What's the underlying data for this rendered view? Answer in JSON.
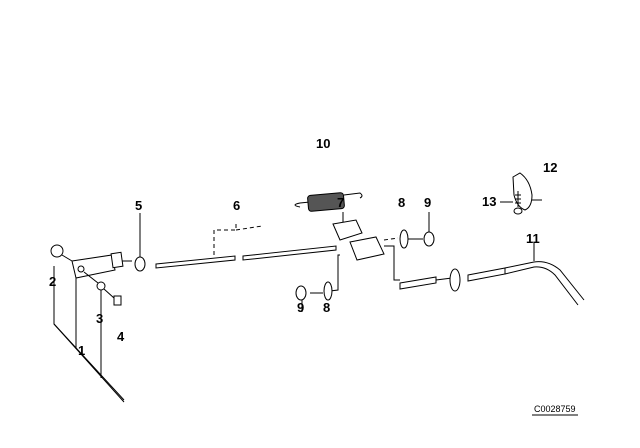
{
  "diagram": {
    "labels": {
      "p1": "1",
      "p2": "2",
      "p3": "3",
      "p4": "4",
      "p5": "5",
      "p6": "6",
      "p7": "7",
      "p8a": "8",
      "p9a": "9",
      "p8b": "8",
      "p9b": "9",
      "p10": "10",
      "p11": "11",
      "p12": "12",
      "p13": "13"
    },
    "drawing_code": "C0028759"
  }
}
